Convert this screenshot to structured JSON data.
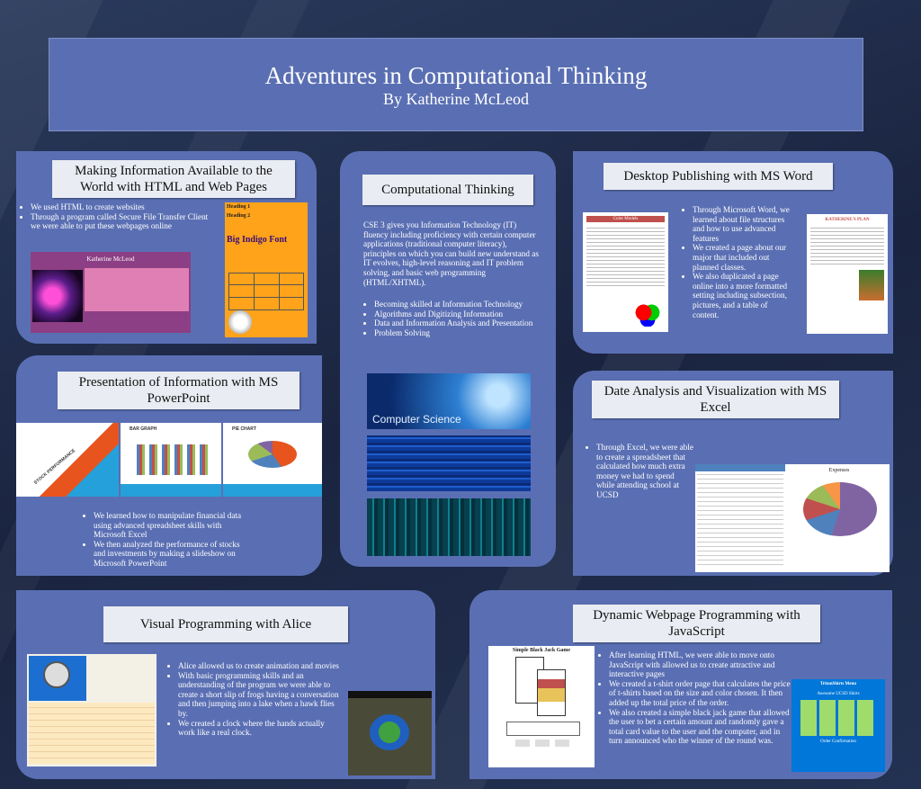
{
  "title": "Adventures in Computational Thinking",
  "author": "By Katherine McLeod",
  "html_panel": {
    "heading": "Making Information Available to the World with HTML and Web Pages",
    "bullets": [
      "We used HTML to create websites",
      "Through a program called Secure File Transfer Client we were able to put these webpages online"
    ],
    "site_title": "Katherine McLeod",
    "heading1": "Heading 1",
    "heading2": "Heading 2",
    "big_font": "Big Indigo Font"
  },
  "ct_panel": {
    "heading": "Computational Thinking",
    "body": "CSE 3 gives you Information Technology (IT) fluency including proficiency with certain computer applications (traditional computer literacy), principles on which you can build new understand as IT evolves, high-level reasoning and IT problem solving, and basic web programming (HTML/XHTML).",
    "bullets": [
      "Becoming skilled at Information Technology",
      "Algorithms and Digitizing Information",
      "Data and Information Analysis and Presentation",
      "Problem Solving"
    ],
    "image_caption": "Computer Science"
  },
  "word_panel": {
    "heading": "Desktop Publishing with MS Word",
    "bullets": [
      "Through Microsoft Word, we learned about file structures and how to use advanced features",
      "We created a page about our major that included out planned classes.",
      "We also duplicated a page online into a more formatted setting including subsection, pictures, and a table of content."
    ],
    "doc1_title": "Color Models",
    "doc2_title": "KATHERINE'S PLAN"
  },
  "ppt_panel": {
    "heading": "Presentation of Information with MS PowerPoint",
    "bullets": [
      "We learned how to manipulate financial data using advanced spreadsheet skills with Microsoft Excel",
      "We then analyzed the performance of stocks and investments by making a slideshow on Microsoft PowerPoint"
    ],
    "slide1": "STOCK PERFORMANCE",
    "slide2": "BAR GRAPH",
    "slide3": "PIE CHART"
  },
  "excel_panel": {
    "heading": "Date Analysis and Visualization with MS Excel",
    "bullets": [
      "Through Excel, we were able to create a spreadsheet that calculated how much extra money we had to spend while attending school at UCSD"
    ],
    "chart_title": "Expenses"
  },
  "alice_panel": {
    "heading": "Visual Programming with Alice",
    "bullets": [
      "Alice allowed us to create animation and movies",
      "With basic programming skills and an understanding of the program we were able to create a short slip of frogs having a conversation and then jumping into a lake when a hawk flies by.",
      "We created a clock where the hands actually work like a real clock."
    ]
  },
  "js_panel": {
    "heading": "Dynamic Webpage Programming with JavaScript",
    "bullets": [
      "After learning HTML, we were able to move onto JavaScript with allowed us to create attractive and interactive pages",
      "We created a t-shirt order page that calculates the price of t-shirts based on the size and color chosen. It then added up the total price of the order.",
      "We also created a simple black jack game that allowed the user to bet a certain amount and randomly gave a total card value to the user and the computer, and in turn announced who the winner of the round was."
    ],
    "game_title": "Simple Black Jack Game",
    "menu_title": "TritonShirts Menu",
    "menu_subtitle": "Awesome UCSD Shirts",
    "order_label": "Order Confirmation"
  },
  "colors": {
    "panel": "#5a6fb3",
    "background": "#1e2a44",
    "label": "#e9ecf2"
  }
}
